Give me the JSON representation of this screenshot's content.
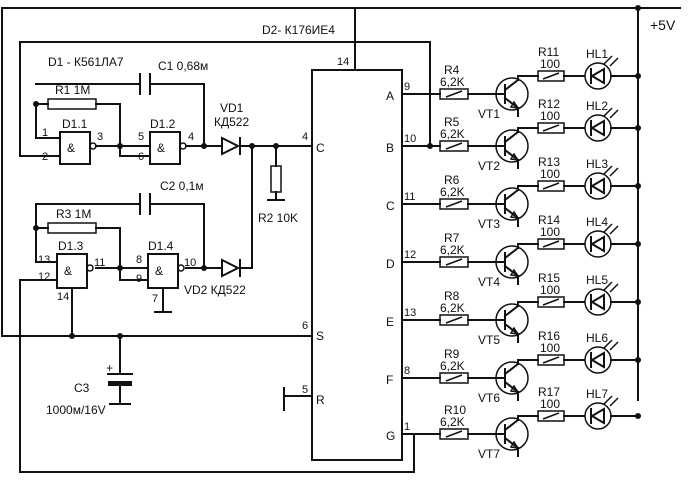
{
  "supply_label": "+5V",
  "chip_main": {
    "name": "D2- К176ИЕ4",
    "pin_vdd": "14",
    "inputs": [
      {
        "label": "C",
        "pin": "4"
      },
      {
        "label": "S",
        "pin": "6"
      },
      {
        "label": "R",
        "pin": "5"
      }
    ],
    "outputs": [
      {
        "label": "A",
        "pin": "9"
      },
      {
        "label": "B",
        "pin": "10"
      },
      {
        "label": "C",
        "pin": "11"
      },
      {
        "label": "D",
        "pin": "12"
      },
      {
        "label": "E",
        "pin": "13"
      },
      {
        "label": "F",
        "pin": "8"
      },
      {
        "label": "G",
        "pin": "1"
      }
    ]
  },
  "chip_logic": {
    "name": "D1 - К561ЛА7"
  },
  "gates": [
    {
      "name": "D1.1",
      "sym": "&",
      "in1": "1",
      "in2": "2",
      "out": "3"
    },
    {
      "name": "D1.2",
      "sym": "&",
      "in1": "5",
      "in2": "6",
      "out": "4"
    },
    {
      "name": "D1.3",
      "sym": "&",
      "in1": "13",
      "in2": "12",
      "out": "11",
      "extra": "14"
    },
    {
      "name": "D1.4",
      "sym": "&",
      "in1": "8",
      "in2": "9",
      "out": "10",
      "extra": "7"
    }
  ],
  "passives": {
    "r1": "R1 1M",
    "c1": "C1 0,68м",
    "r3": "R3 1M",
    "c2": "C2 0,1м",
    "vd1_name": "VD1",
    "vd1_type": "КД522",
    "vd2": "VD2 КД522",
    "r2": "R2 10K",
    "c3_name": "C3",
    "c3_value": "1000м/16V",
    "c3_plus": "+"
  },
  "channels": [
    {
      "r_base": "R4",
      "r_base_value": "6,2K",
      "transistor": "VT1",
      "r_led": "R11",
      "r_led_value": "100",
      "led": "HL1"
    },
    {
      "r_base": "R5",
      "r_base_value": "6,2K",
      "transistor": "VT2",
      "r_led": "R12",
      "r_led_value": "100",
      "led": "HL2"
    },
    {
      "r_base": "R6",
      "r_base_value": "6,2K",
      "transistor": "VT3",
      "r_led": "R13",
      "r_led_value": "100",
      "led": "HL3"
    },
    {
      "r_base": "R7",
      "r_base_value": "6,2K",
      "transistor": "VT4",
      "r_led": "R14",
      "r_led_value": "100",
      "led": "HL4"
    },
    {
      "r_base": "R8",
      "r_base_value": "6,2K",
      "transistor": "VT5",
      "r_led": "R15",
      "r_led_value": "100",
      "led": "HL5"
    },
    {
      "r_base": "R9",
      "r_base_value": "6,2K",
      "transistor": "VT6",
      "r_led": "R16",
      "r_led_value": "100",
      "led": "HL6"
    },
    {
      "r_base": "R10",
      "r_base_value": "6,2K",
      "transistor": "VT7",
      "r_led": "R17",
      "r_led_value": "100",
      "led": "HL7"
    }
  ]
}
